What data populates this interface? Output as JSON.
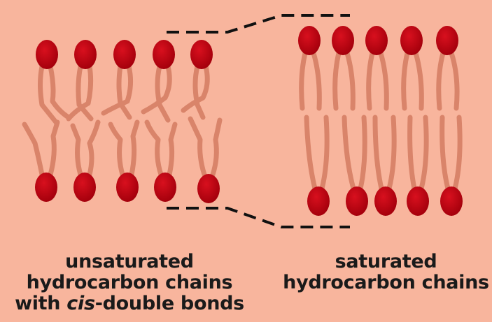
{
  "colors": {
    "background": "#f8b59d",
    "head": "#c8000f",
    "head_dark": "#9a000b",
    "tail": "#d9846a",
    "dash": "#111111"
  },
  "left_panel": {
    "caption_line1": "unsaturated",
    "caption_line2": "hydrocarbon chains",
    "caption_line3_prefix": "with ",
    "caption_line3_italic": "cis",
    "caption_line3_suffix": "-double bonds"
  },
  "right_panel": {
    "caption_line1": "saturated",
    "caption_line2": "hydrocarbon chains"
  }
}
